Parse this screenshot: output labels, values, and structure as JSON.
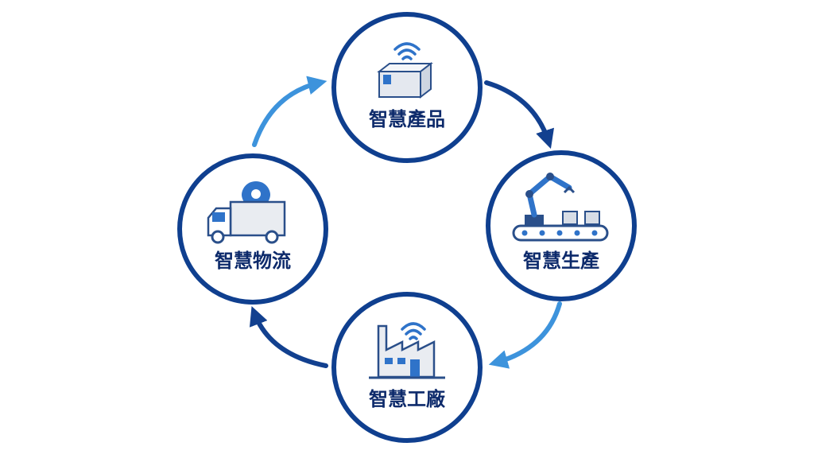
{
  "colors": {
    "ring": "#0f3f8f",
    "dark_arrow": "#12408f",
    "light_arrow": "#3d93dc",
    "icon_blue": "#2f73c9",
    "icon_light": "#e9ecf1",
    "label": "#0d2a6b"
  },
  "nodes": [
    {
      "id": "smart-product",
      "label": "智慧產品",
      "icon": "box-wifi-icon"
    },
    {
      "id": "smart-production",
      "label": "智慧生產",
      "icon": "robot-arm-conveyor-icon"
    },
    {
      "id": "smart-factory",
      "label": "智慧工廠",
      "icon": "factory-wifi-icon"
    },
    {
      "id": "smart-logistics",
      "label": "智慧物流",
      "icon": "truck-location-icon"
    }
  ],
  "arrows": [
    {
      "from": "smart-product",
      "to": "smart-production",
      "tone": "dark"
    },
    {
      "from": "smart-production",
      "to": "smart-factory",
      "tone": "light"
    },
    {
      "from": "smart-factory",
      "to": "smart-logistics",
      "tone": "dark"
    },
    {
      "from": "smart-logistics",
      "to": "smart-product",
      "tone": "light"
    }
  ]
}
